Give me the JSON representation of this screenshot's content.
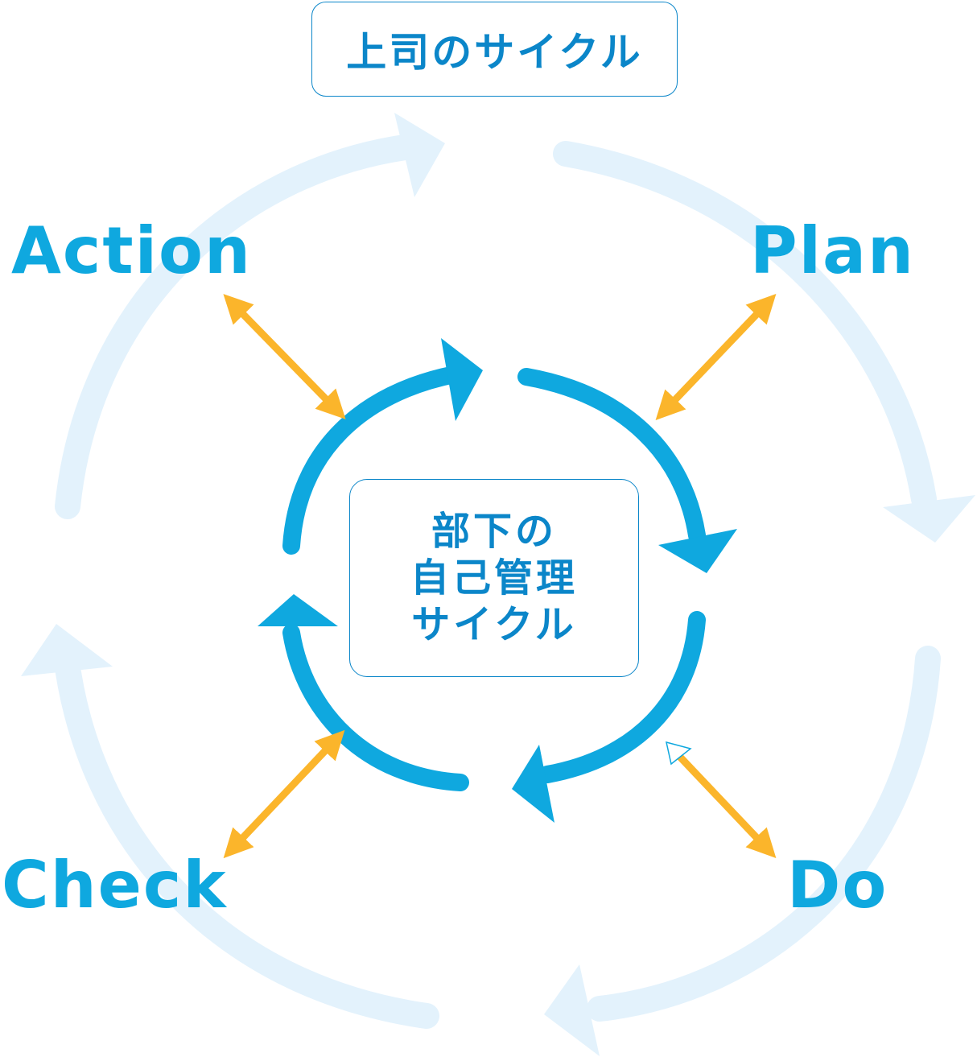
{
  "outer_cycle": {
    "title": "上司のサイクル",
    "phases": [
      "Plan",
      "Do",
      "Check",
      "Action"
    ]
  },
  "inner_cycle": {
    "title_lines": [
      "部下の",
      "自己管理",
      "サイクル"
    ]
  },
  "colors": {
    "outer_ring": "#e3f2fc",
    "inner_ring": "#0fa8df",
    "phase_text": "#0fa8df",
    "box_text": "#0b86c9",
    "connector": "#fbb52b"
  }
}
